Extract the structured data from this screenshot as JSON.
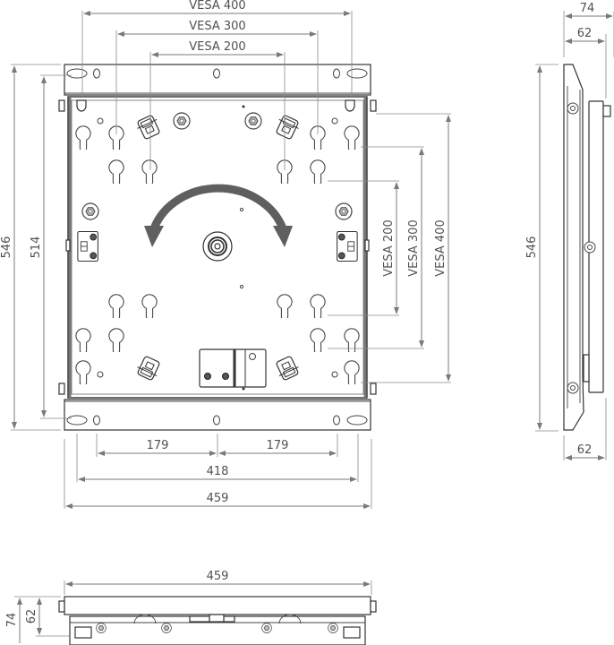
{
  "title": "VESA mounting plate technical drawing",
  "colors": {
    "line": "#333333",
    "dimension": "#7a7a7a",
    "arrow_fill": "#5f5f5f",
    "text": "#505050",
    "background": "#ffffff"
  },
  "front_view": {
    "top_dimensions": [
      {
        "label": "VESA 400"
      },
      {
        "label": "VESA 300"
      },
      {
        "label": "VESA 200"
      }
    ],
    "right_dimensions": [
      {
        "label": "VESA 200"
      },
      {
        "label": "VESA 300"
      },
      {
        "label": "VESA 400"
      }
    ],
    "left_dimensions": [
      {
        "label": "546"
      },
      {
        "label": "514"
      }
    ],
    "bottom_dimensions": {
      "left_half": "179",
      "right_half": "179",
      "hole_span": "418",
      "overall_width": "459"
    },
    "rotation_arrow": "rotate-arrow-icon"
  },
  "side_view": {
    "top_depth": "74",
    "top_inner_depth": "62",
    "height": "546",
    "bottom_depth": "62"
  },
  "bottom_view": {
    "width": "459",
    "depth": "74",
    "inner_depth": "62"
  }
}
